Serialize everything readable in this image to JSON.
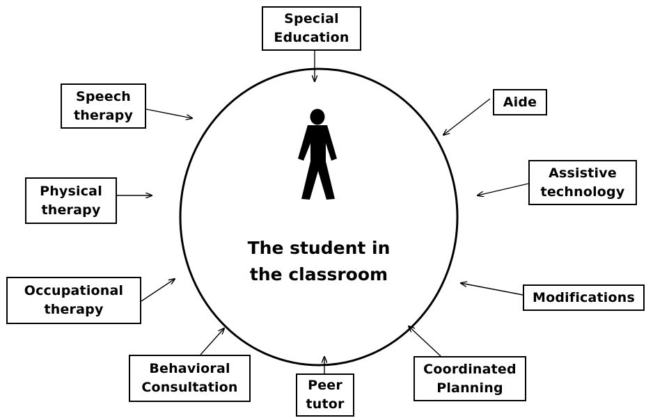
{
  "center": {
    "line1": "The student in",
    "line2": "the classroom"
  },
  "nodes": {
    "special_education": [
      "Special",
      "Education"
    ],
    "aide": [
      "Aide"
    ],
    "assistive_technology": [
      "Assistive",
      "technology"
    ],
    "modifications": [
      "Modifications"
    ],
    "coordinated_planning": [
      "Coordinated",
      "Planning"
    ],
    "peer_tutor": [
      "Peer",
      "tutor"
    ],
    "behavioral_consultation": [
      "Behavioral",
      "Consultation"
    ],
    "occupational_therapy": [
      "Occupational",
      "therapy"
    ],
    "physical_therapy": [
      "Physical",
      "therapy"
    ],
    "speech_therapy": [
      "Speech",
      "therapy"
    ]
  },
  "icons": {
    "center_figure": "person-icon"
  }
}
